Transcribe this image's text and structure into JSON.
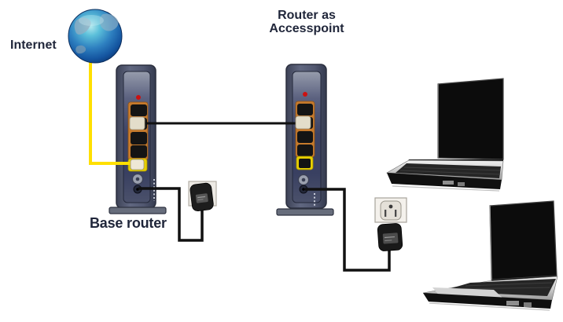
{
  "nodes": {
    "internet": {
      "label": "Internet",
      "icon": "globe-icon"
    },
    "base_router": {
      "label": "Base router",
      "icon": "router-icon",
      "led_color": "#cc1111"
    },
    "access_point": {
      "label_line1": "Router as",
      "label_line2": "Accesspoint",
      "icon": "router-icon",
      "led_color": "#cc1111"
    },
    "laptop_1": {
      "icon": "laptop-icon"
    },
    "laptop_2": {
      "icon": "laptop-icon"
    },
    "wall_outlet_1": {
      "icon": "power-outlet-icon"
    },
    "wall_outlet_2": {
      "icon": "power-outlet-icon"
    }
  },
  "connections": [
    {
      "id": "internet-to-base-router",
      "type": "internet-wan-cable",
      "color": "#ffdf00"
    },
    {
      "id": "base-router-to-access-point",
      "type": "ethernet-cable",
      "color": "#111111"
    },
    {
      "id": "base-router-to-wall-outlet-1",
      "type": "power-cable",
      "color": "#111111"
    },
    {
      "id": "access-point-to-wall-outlet-2",
      "type": "power-cable",
      "color": "#111111"
    }
  ],
  "colors": {
    "background": "#ffffff",
    "label_text": "#20263a",
    "router_body": "#515770",
    "router_panel": "#3d4364",
    "port_surround_orange": "#c67a2c",
    "port_surround_yellow": "#e6cf00",
    "led_red": "#cc1111",
    "cable_yellow": "#ffdf00",
    "cable_black": "#111111",
    "globe_blue": "#1a5a9e"
  }
}
